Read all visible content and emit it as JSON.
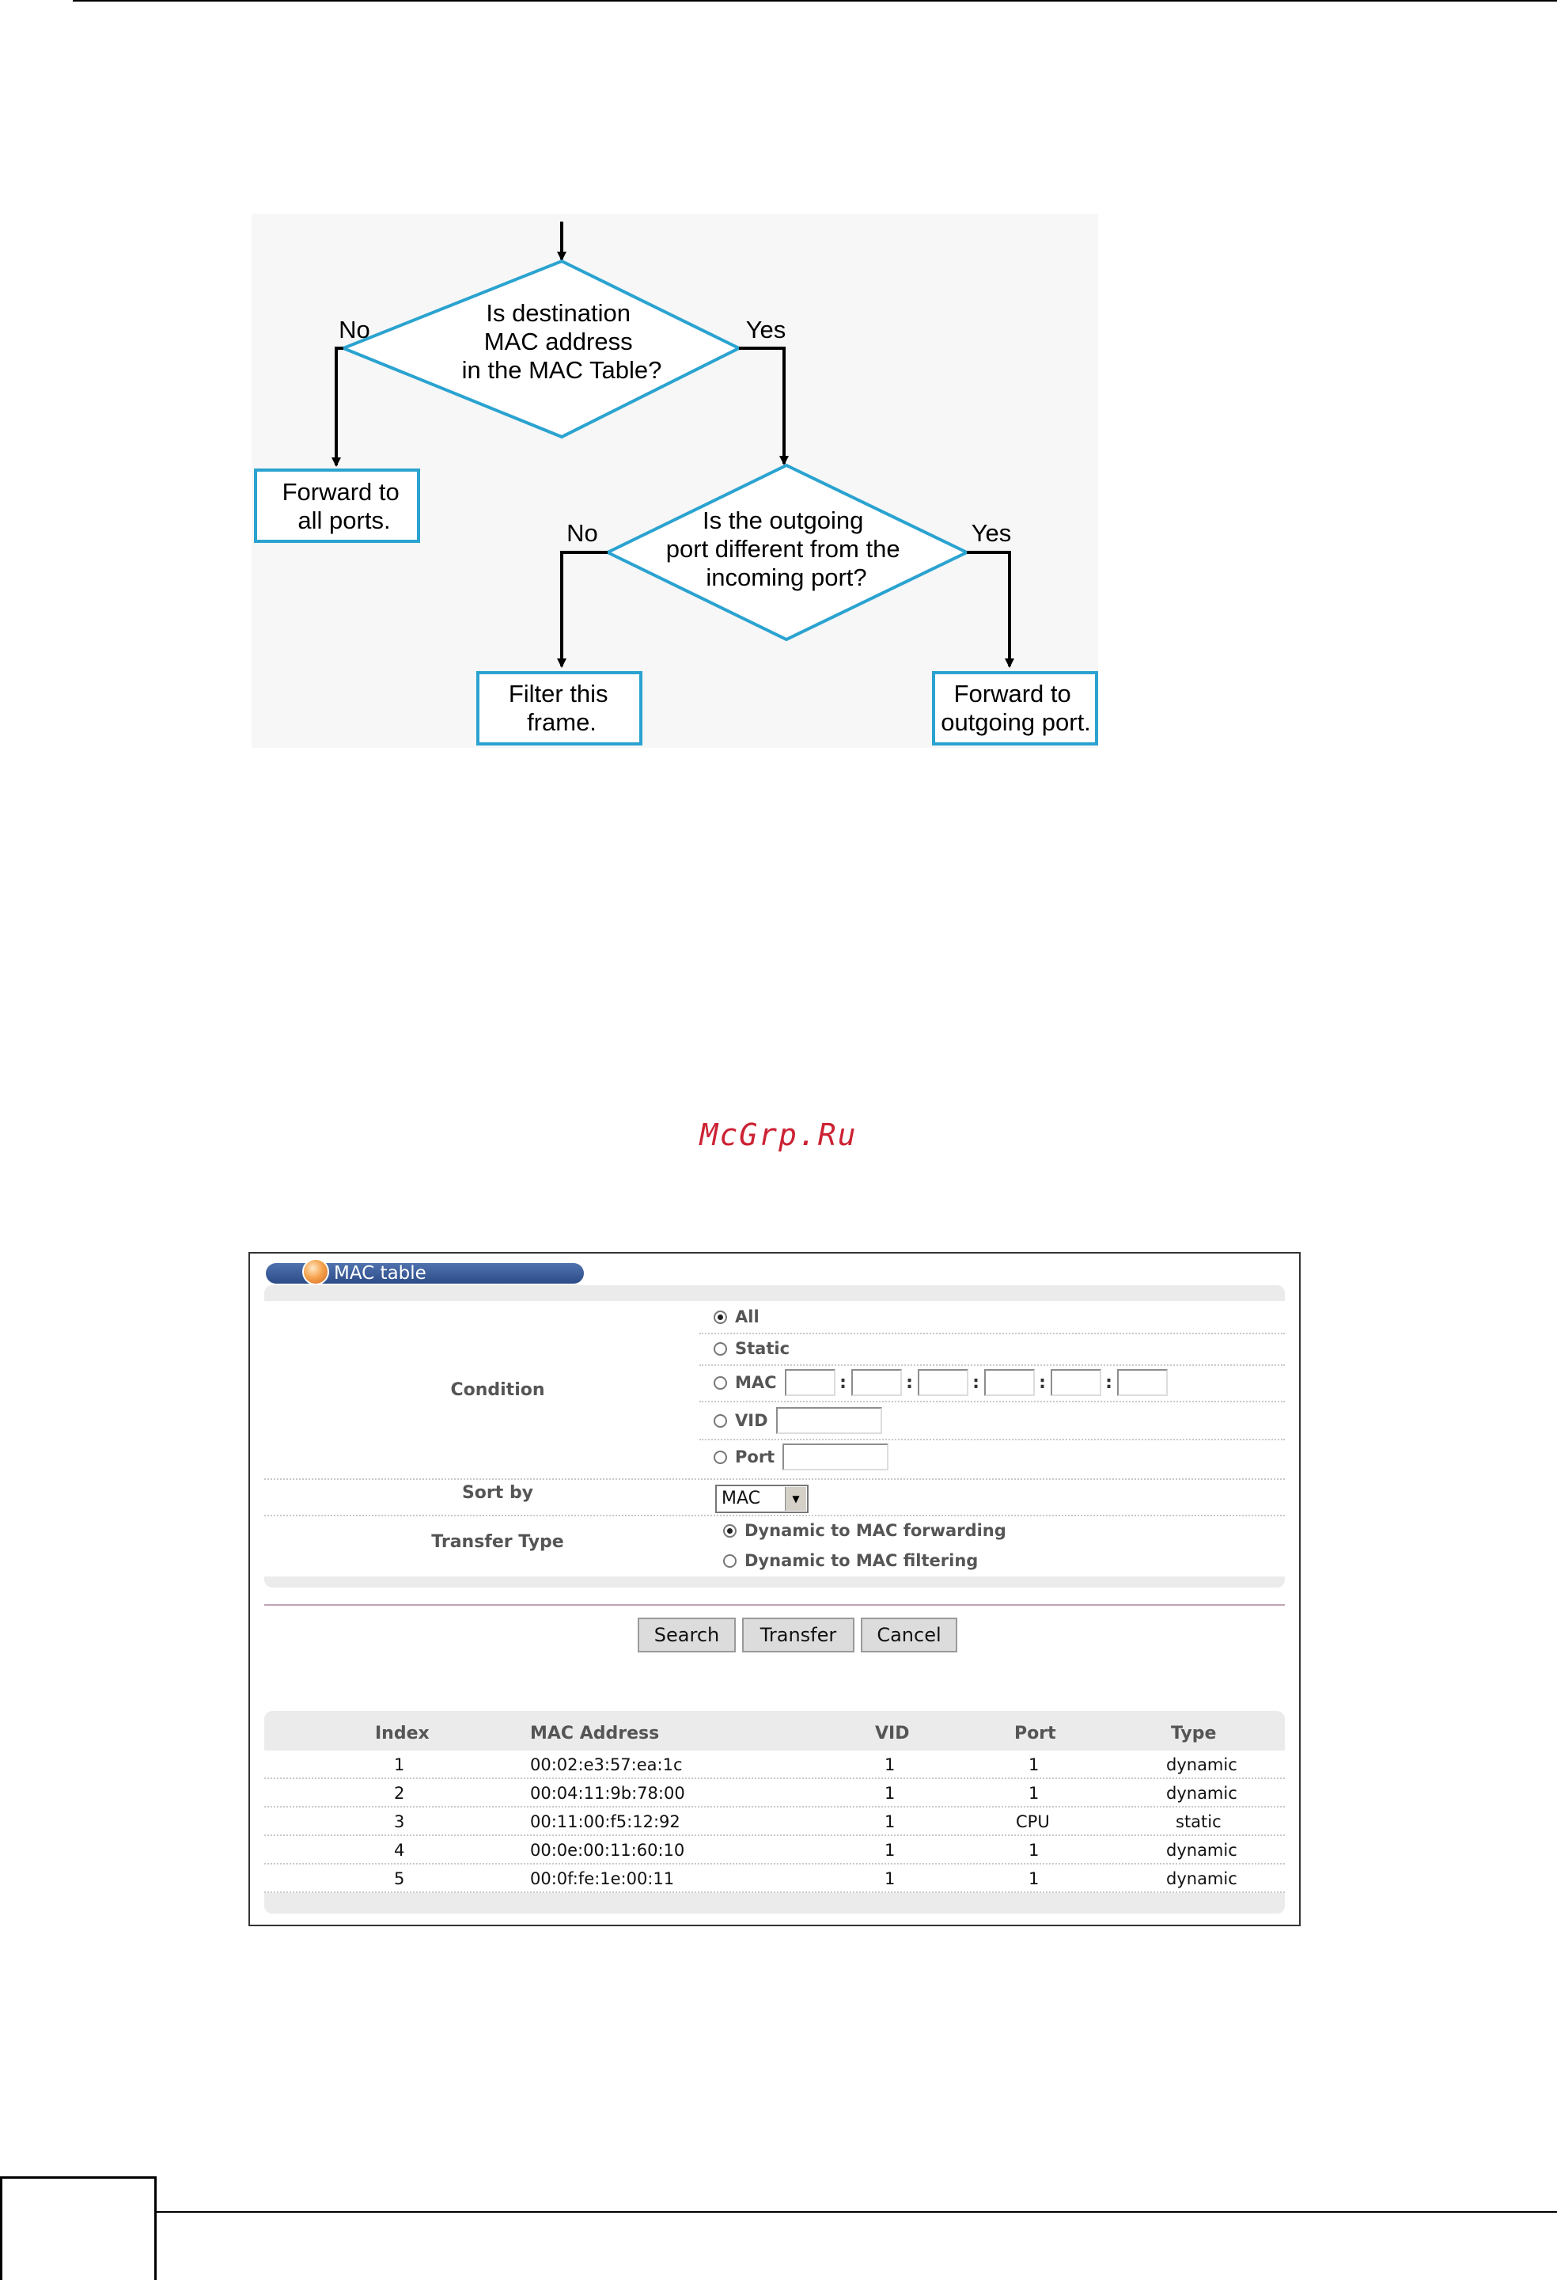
{
  "flowchart": {
    "decision1": [
      "Is destination",
      "MAC address",
      "in the MAC Table?"
    ],
    "decision2": [
      "Is the outgoing",
      "port different from the",
      "incoming port?"
    ],
    "box_forward_all": [
      "Forward to",
      "all ports."
    ],
    "box_filter": [
      "Filter this",
      "frame."
    ],
    "box_forward_out": [
      "Forward to",
      "outgoing port."
    ],
    "label_no": "No",
    "label_yes": "Yes"
  },
  "watermark": "McGrp.Ru",
  "mac_table_screen": {
    "title": "MAC table",
    "condition_label": "Condition",
    "conditions": {
      "all": "All",
      "static": "Static",
      "mac": "MAC",
      "vid": "VID",
      "port": "Port",
      "selected": "All"
    },
    "mac_separator": ":",
    "sort_by_label": "Sort by",
    "sort_by_value": "MAC",
    "transfer_type_label": "Transfer Type",
    "transfer_options": {
      "forwarding": "Dynamic to MAC forwarding",
      "filtering": "Dynamic to MAC filtering",
      "selected": "Dynamic to MAC forwarding"
    },
    "buttons": {
      "search": "Search",
      "transfer": "Transfer",
      "cancel": "Cancel"
    },
    "table": {
      "headers": [
        "Index",
        "MAC Address",
        "VID",
        "Port",
        "Type"
      ],
      "rows": [
        [
          "1",
          "00:02:e3:57:ea:1c",
          "1",
          "1",
          "dynamic"
        ],
        [
          "2",
          "00:04:11:9b:78:00",
          "1",
          "1",
          "dynamic"
        ],
        [
          "3",
          "00:11:00:f5:12:92",
          "1",
          "CPU",
          "static"
        ],
        [
          "4",
          "00:0e:00:11:60:10",
          "1",
          "1",
          "dynamic"
        ],
        [
          "5",
          "00:0f:fe:1e:00:11",
          "1",
          "1",
          "dynamic"
        ]
      ]
    }
  }
}
